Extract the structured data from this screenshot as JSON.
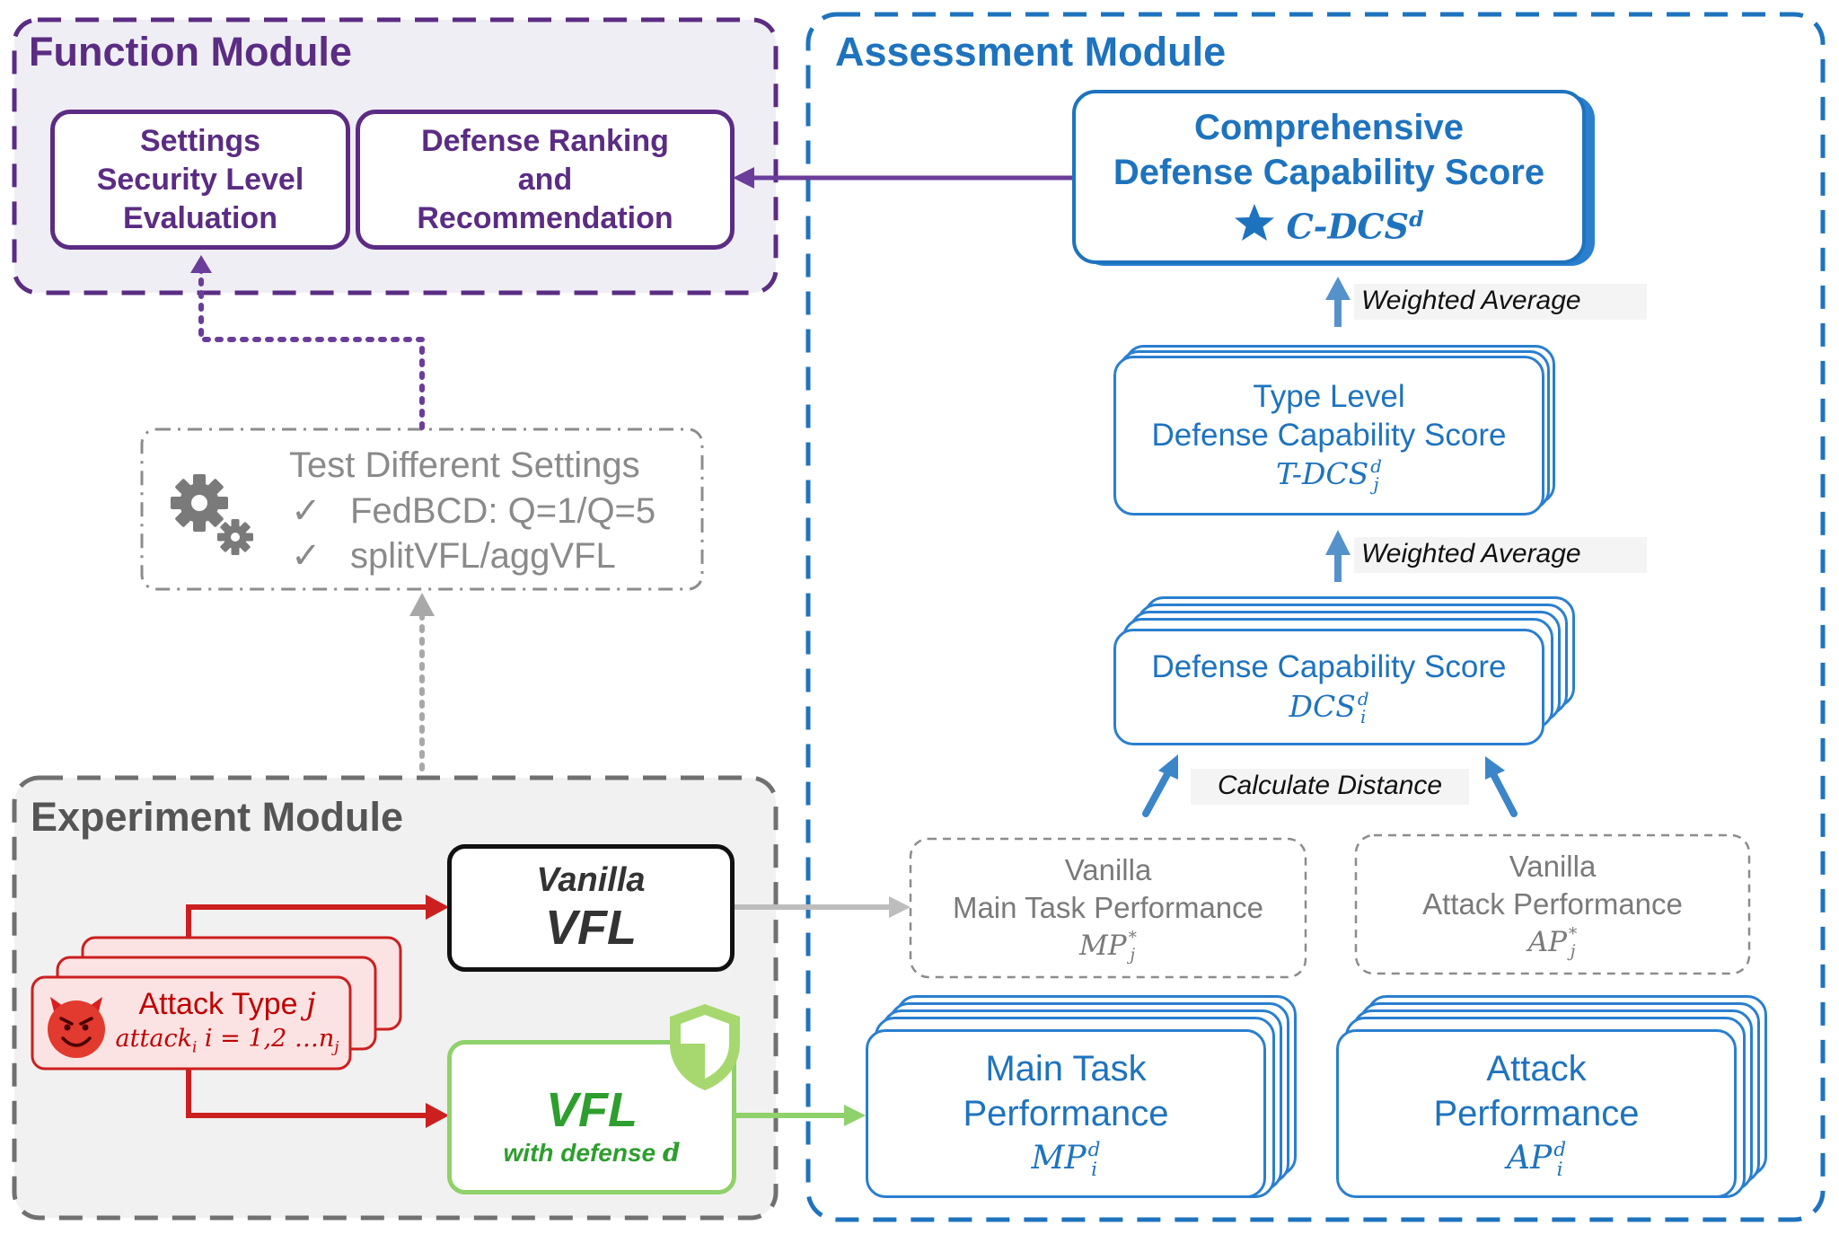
{
  "function_module": {
    "title": "Function Module",
    "settings_box": [
      "Settings",
      "Security Level",
      "Evaluation"
    ],
    "ranking_box": [
      "Defense Ranking",
      "and",
      "Recommendation"
    ]
  },
  "assessment_module": {
    "title": "Assessment Module",
    "comprehensive": {
      "line1": "Comprehensive",
      "line2": "Defense Capability Score",
      "formula": "C-DCS",
      "sup": "d"
    },
    "weighted_average_top": "Weighted Average",
    "type_level": {
      "line1": "Type Level",
      "line2": "Defense Capability Score",
      "formula": "T-DCS",
      "sub": "j",
      "sup": "d"
    },
    "weighted_average_mid": "Weighted Average",
    "dcs": {
      "line1": "Defense Capability Score",
      "formula": "DCS",
      "sub": "i",
      "sup": "d"
    },
    "calculate_distance": "Calculate Distance",
    "vanilla_mp": {
      "line1": "Vanilla",
      "line2": "Main Task Performance",
      "formula": "MP",
      "sub": "j",
      "sup": "*"
    },
    "vanilla_ap": {
      "line1": "Vanilla",
      "line2": "Attack Performance",
      "formula": "AP",
      "sub": "j",
      "sup": "*"
    },
    "main_task": {
      "line1": "Main Task",
      "line2": "Performance",
      "formula": "MP",
      "sub": "i",
      "sup": "d"
    },
    "attack_perf": {
      "line1": "Attack",
      "line2": "Performance",
      "formula": "AP",
      "sub": "i",
      "sup": "d"
    }
  },
  "settings": {
    "title": "Test Different Settings",
    "items": [
      "FedBCD: Q=1/Q=5",
      "splitVFL/aggVFL"
    ],
    "check": "✓"
  },
  "experiment_module": {
    "title": "Experiment Module",
    "vanilla_vfl": {
      "line1": "Vanilla",
      "line2": "VFL"
    },
    "attack": {
      "label": "Attack Type",
      "label_var": "j",
      "formula_a": "attack",
      "formula_a_sub": "i",
      "formula_b": "i = 1,2 …n",
      "formula_b_sub": "j"
    },
    "defense_vfl": {
      "line1": "VFL",
      "line2": "with defense",
      "line2_var": "d"
    }
  },
  "colors": {
    "purple": "#5b2c83",
    "blue": "#1e73be",
    "red": "#c00000",
    "green": "#4caf50",
    "gray": "#9a9a9a"
  }
}
